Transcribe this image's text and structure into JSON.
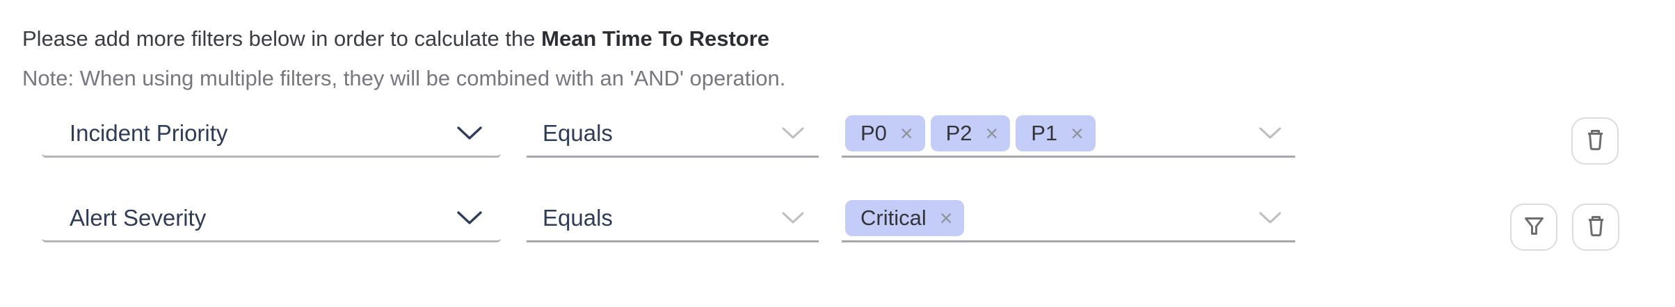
{
  "page": {
    "title_prefix": "Please add more filters below in order to calculate the ",
    "title_metric": "Mean Time To Restore",
    "note": "Note: When using multiple filters, they will be combined with an 'AND' operation."
  },
  "glyphs": {
    "chip_close": "×"
  },
  "colors": {
    "chip_bg": "#c3cdf8",
    "chip_text": "#343438",
    "field_label": "#2e3c5a",
    "field_underline": "#a6a6ab",
    "muted_chevron": "#bdbdc2",
    "icon_gray": "#6d6d70",
    "button_border": "#dcdcdf"
  },
  "filters": {
    "rows": [
      {
        "field": "Incident Priority",
        "operator": "Equals",
        "values": [
          "P0",
          "P2",
          "P1"
        ],
        "actions": [
          "delete"
        ]
      },
      {
        "field": "Alert Severity",
        "operator": "Equals",
        "values": [
          "Critical"
        ],
        "actions": [
          "filter",
          "delete"
        ]
      }
    ]
  }
}
